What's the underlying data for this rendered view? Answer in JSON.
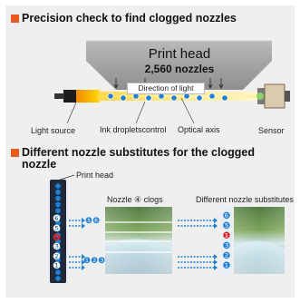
{
  "section1": {
    "title": "Precision check to find clogged nozzles",
    "head_title": "Print head",
    "head_subtitle": "2,560 nozzles",
    "direction_label": "Direction of light",
    "light_source_label": "Light source",
    "ink_label": "Ink dropletscontrol",
    "axis_label": "Optical axis",
    "sensor_label": "Sensor"
  },
  "section2": {
    "title_line1": "Different nozzle substitutes for the clogged",
    "title_line2": "nozzle",
    "print_head_label": "Print head",
    "clog_label": "Nozzle ④ clogs",
    "substitutes_label": "Different nozzle substitutes",
    "column_numbers": [
      "❶",
      "❷",
      "❸",
      "❹",
      "❺",
      "❻"
    ],
    "clogged_number": "❹",
    "pair_top": "❺❻",
    "pair_bottom": "❶❷❸",
    "substitute_column": "❶❷❸❶❺❻"
  },
  "colors": {
    "accent": "#e85a1e",
    "nozzle_blue": "#1e7fd6",
    "head_gray": "#a3a3a3",
    "clog_red": "#e0262c"
  }
}
